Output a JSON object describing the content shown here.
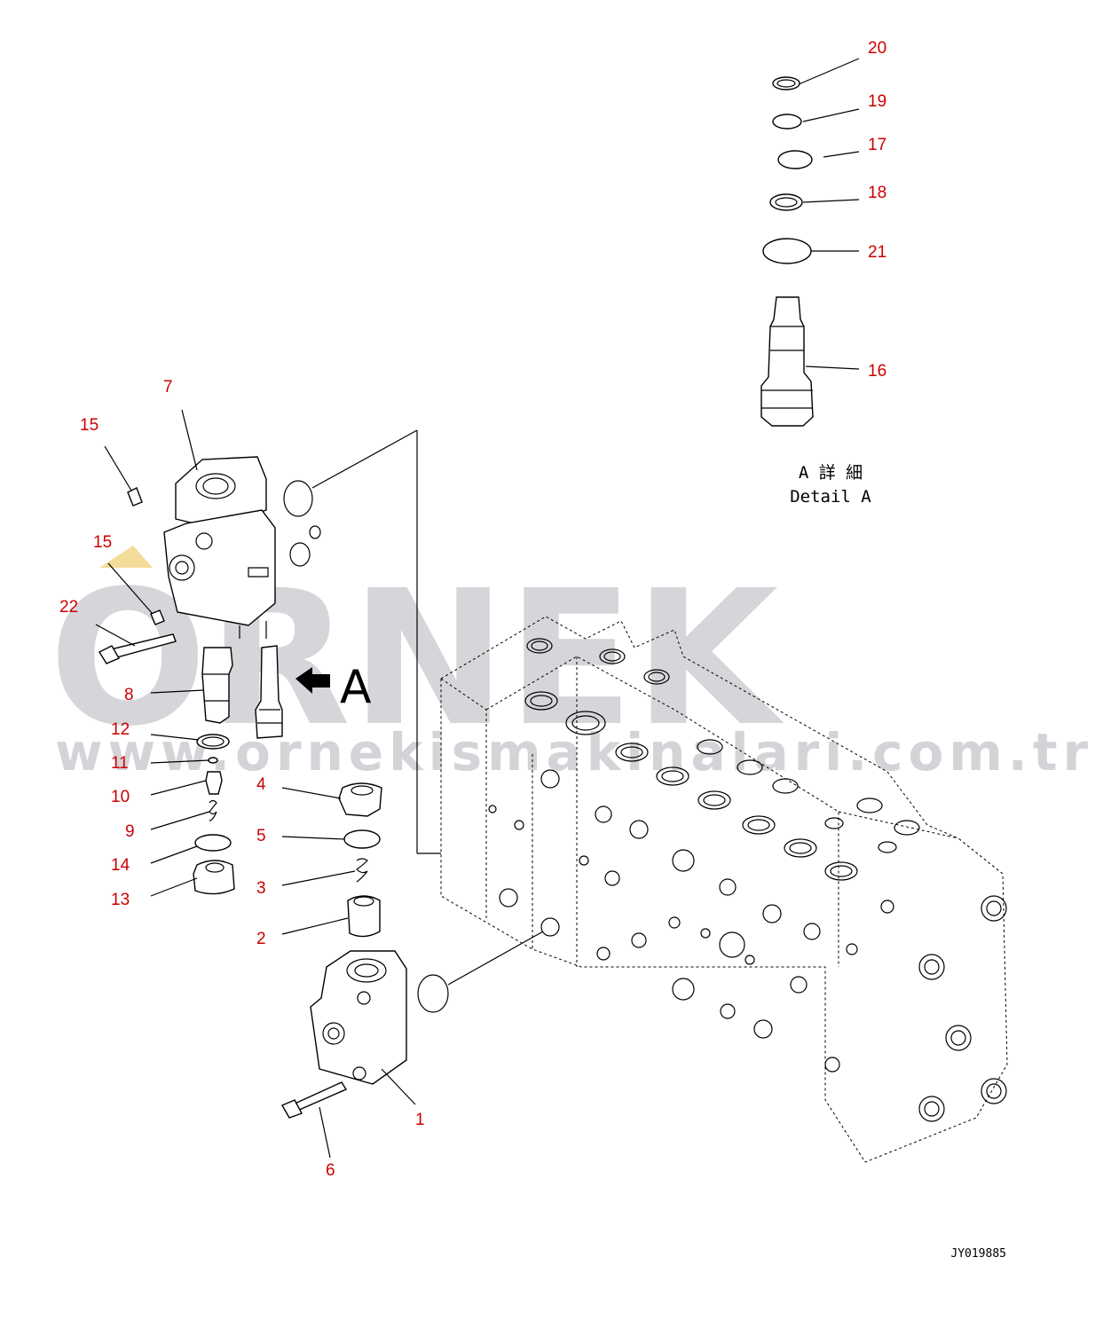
{
  "watermark": {
    "brand": "ORNEK",
    "url": "www.ornekismakinalari.com.tr",
    "color": "#d6d6da"
  },
  "callout_color": "#cc0000",
  "callouts": [
    "1",
    "2",
    "3",
    "4",
    "5",
    "6",
    "7",
    "8",
    "9",
    "10",
    "11",
    "12",
    "13",
    "14",
    "15",
    "15",
    "16",
    "17",
    "18",
    "19",
    "20",
    "21",
    "22"
  ],
  "view_marker": {
    "letter": "A"
  },
  "detail_label": {
    "japanese": "A 詳 細",
    "english": "Detail A"
  },
  "drawing_ref": "JY019885"
}
